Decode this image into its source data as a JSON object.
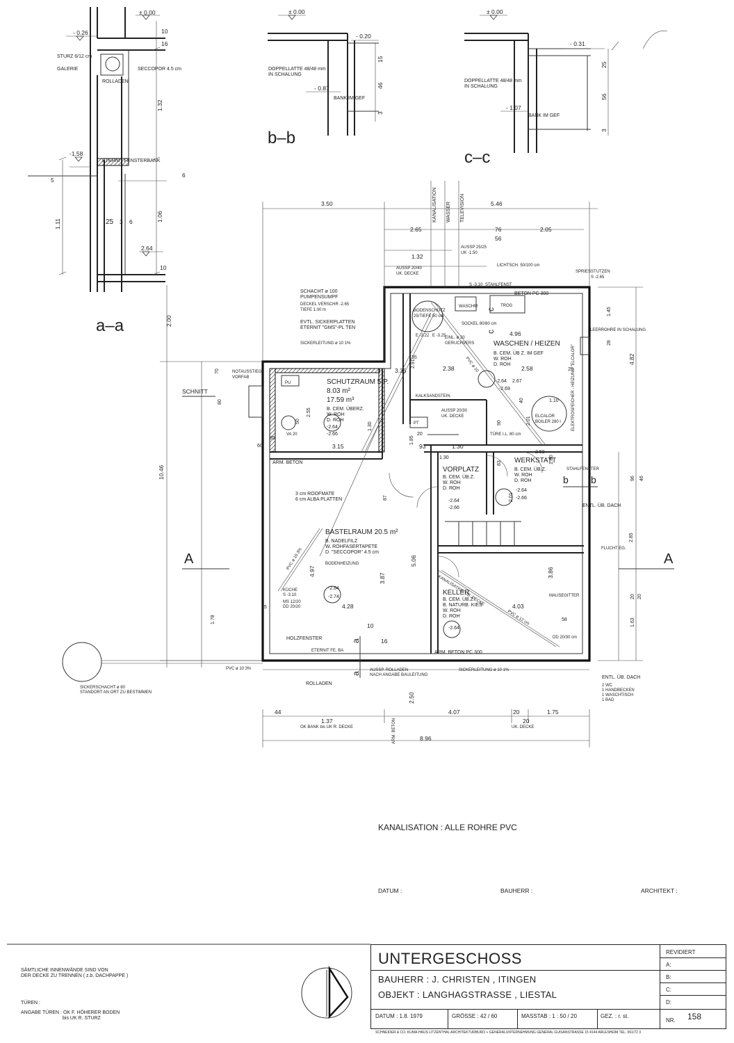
{
  "sections": {
    "aa": {
      "label": "a–a",
      "levels": [
        "± 0.00",
        "- 0.26",
        "-1.58",
        "2.64"
      ],
      "notes": [
        "STURZ 6/12 cm",
        "GALERIE",
        "SECCOPOR 4.5 cm",
        "ROLLADEN",
        "ETERNIT FENSTERBANK"
      ],
      "dims": [
        "16",
        "10",
        "1.32",
        "5",
        "6",
        "1.11",
        "25",
        "3",
        "6",
        "1.06",
        "10"
      ]
    },
    "bb": {
      "label": "b–b",
      "levels": [
        "± 0.00",
        "- 0.20",
        "- 0.87"
      ],
      "notes": [
        "DOPPELLATTE 48/48 mm",
        "IN SCHALUNG",
        "BANK IM GEF"
      ],
      "dims": [
        "15",
        "46",
        "3"
      ]
    },
    "cc": {
      "label": "c–c",
      "levels": [
        "± 0.00",
        "- 0.31",
        "- 1.07"
      ],
      "notes": [
        "DOPPELLATTE 48/48 mm",
        "IN SCHALUNG",
        "BANK IM GEF"
      ],
      "dims": [
        "25",
        "56",
        "3"
      ]
    }
  },
  "plan": {
    "rooms": [
      {
        "name": "SCHUTZRAUM 5 P.",
        "area": "8.03 m²",
        "volume": "17.59 m³",
        "finish": [
          "B. CEM. ÜBERZ.",
          "W. ROH",
          "D. ROH"
        ],
        "levels": [
          "-2.64",
          "-2.66"
        ]
      },
      {
        "name": "WASCHEN / HEIZEN",
        "finish": [
          "B. CEM. ÜB Z. IM GEF",
          "W. ROH",
          "D. ROH"
        ],
        "levels": [
          "-2.64",
          "2.67",
          "-2.69"
        ]
      },
      {
        "name": "VORPLATZ",
        "finish": [
          "B. CEM. ÜB.Z.",
          "W. ROH",
          "D. ROH"
        ],
        "levels": [
          "-2.64",
          "-2.66"
        ]
      },
      {
        "name": "WERKSTATT",
        "finish": [
          "B. CEM. ÜB.Z.",
          "W. ROH",
          "D. ROH"
        ],
        "levels": [
          "-2.64",
          "-2.66"
        ]
      },
      {
        "name": "BASTELRAUM 20.5 m²",
        "finish": [
          "B. NADELFILZ",
          "W. ROHFASERTAPETE",
          "D. \"SECCOPOR\" 4.5 cm",
          "BODENHEIZUNG"
        ],
        "levels": [
          "-2.64",
          "-2.74"
        ]
      },
      {
        "name": "KELLER",
        "finish": [
          "B. CEM. ÜB.Z.",
          "B. NATURB. KIES",
          "W. ROH",
          "D. ROH"
        ],
        "levels": [
          "-2.64"
        ]
      }
    ],
    "notes": [
      "SCHACHT ø 100",
      "PUMPENSUMPF",
      "DECKEL VERSCHR -2.65",
      "TIEFE 1.00 m",
      "EVTL. SICKERPLATTEN",
      "ETERNIT \"GMS\"-PL   TEN",
      "SICKERLEITUNG ø 10   1%",
      "NOTAUSSTIEG",
      "VORFAB",
      "SCHNITT",
      "ARM. BETON",
      "3 cm ROOFMATE",
      "6 cm ALBA PLATTEN",
      "KÜCHE",
      "S -3.10",
      "MS 12/20",
      "DD 20/20",
      "HOLZFENSTER",
      "ETERNIT FE. BA",
      "AUSSP. ROLLADEN",
      "NACH ANGABE BAULEITUNG",
      "SICKERLEITUNG ø 10   1%",
      "ARM. BETON PC 300",
      "BETON PC 300",
      "STAHLFENST",
      "LICHTSCH. 50/100 cm",
      "AUSSP 25/25",
      "UK -1.50",
      "AUSSP 20/40",
      "UK. DECKE",
      "BODENSCHUTZ",
      "25/TIEFE 50 cm",
      "WASCHM",
      "TROG",
      "SOCKEL 80/80 cm",
      "EINL. ø 20",
      "GERUCHVERS",
      "KALKSANDSTEIN",
      "AUSSP 20/30",
      "UK. DECKE",
      "TÜRE I.L. 80 cm",
      "ELCALOR",
      "BOILER 280 l",
      "ELEKTROSPEICHER - HEIZUNG \"ELCALOR\"",
      "LEERROHRE IN SCHALUNG",
      "SPRIESSTUTZEN",
      "S -2.65",
      "STAHLFENSTER",
      "ENTL. ÜB. DACH",
      "FLUCHT EG.",
      "MAUSEGITTER",
      "DD 20/30 cm",
      "KANALISATION ÜB. DECKE",
      "PVC ø 12 cm",
      "PVC ø 10",
      "PVC ø 10   3%",
      "SICKERSCHACHT ø 80",
      "STANDORT AN ORT ZU BESTIMMEN",
      "ROLLADEN",
      "OK BANK bis UK R. DECKE",
      "ARM. BETON",
      "KANALISATION",
      "WASSER",
      "TELEVISION",
      "UK. DECKE",
      "S -3.10",
      "E -3.25",
      "E -3.22",
      "PVC ø 10   3%",
      "PU",
      "VA 20",
      "PT"
    ],
    "sanitary_list": [
      "ENTL. ÜB. DACH",
      "2  WC",
      "1  HANDBECKEN",
      "1  WASCHTISCH",
      "1  BAD"
    ],
    "dims": [
      "3.50",
      "5.46",
      "2.65",
      "76",
      "56",
      "2.05",
      "1.32",
      "4.96",
      "2.58",
      "2.38",
      "3.15",
      "1.30",
      "93",
      "3.35",
      "4.97",
      "4.28",
      "3.87",
      "5.06",
      "3.86",
      "4.03",
      "2.50",
      "4.07",
      "1.75",
      "1.37",
      "8.96",
      "44",
      "20",
      "20",
      "10",
      "16",
      "2.00",
      "10.46",
      "4.82",
      "1.45",
      "28",
      "1.10",
      "2.01",
      "1.80",
      "96",
      "46",
      "2.85",
      "20",
      "20",
      "1.63",
      "1.78",
      "58",
      "25",
      "25",
      "35",
      "35",
      "2.55",
      "50",
      "60",
      "70",
      "80",
      "1.30",
      "2.91",
      "1.30",
      "83",
      "87",
      "2.01",
      "90",
      "1.85",
      "40",
      "20",
      "2.58"
    ],
    "section_markers": [
      "A",
      "A",
      "a",
      "a",
      "b",
      "b",
      "c",
      "c"
    ]
  },
  "notes": {
    "kanalisation": "KANALISATION :  ALLE ROHRE   PVC",
    "datum": "DATUM :",
    "bauherr": "BAUHERR :",
    "architekt": "ARCHITEKT :",
    "general_1": "SÄMTLICHE INNENWÄNDE  SIND  VON",
    "general_2": "DER DECKE ZU TRENNEN  ( z.b. DACHPAPPE )",
    "tueren": "TÜREN :",
    "tueren_1": "ANGABE TÜREN :  OK F. HÖHERER BODEN",
    "tueren_2": "bis  UK R. STURZ"
  },
  "title_block": {
    "title": "UNTERGESCHOSS",
    "bauherr": "BAUHERR  :   J. CHRISTEN ,   ITINGEN",
    "objekt": "OBJEKT   :   LANGHAGSTRASSE ,   LIESTAL",
    "datum": "DATUM :  1.8. 1979",
    "groesse": "GRÖSSE :  42 / 60",
    "masstab": "MASSTAB :  1 : 50 / 20",
    "gez": "GEZ. :  r. st.",
    "nr_label": "NR.",
    "nr": "158",
    "revidiert": "REVIDIERT",
    "rev": [
      "A:",
      "B:",
      "C:",
      "D:"
    ],
    "footer": "SCHNEIDER & CO.  KUMA-HAUS  LITZENTHAL ARCHITEKTURBÜRO + GENERALUNTERNEHMUNG GENERAL GUISANSTRASSE 15   4144 ARLESHEIM   TEL. 061/72 3"
  }
}
